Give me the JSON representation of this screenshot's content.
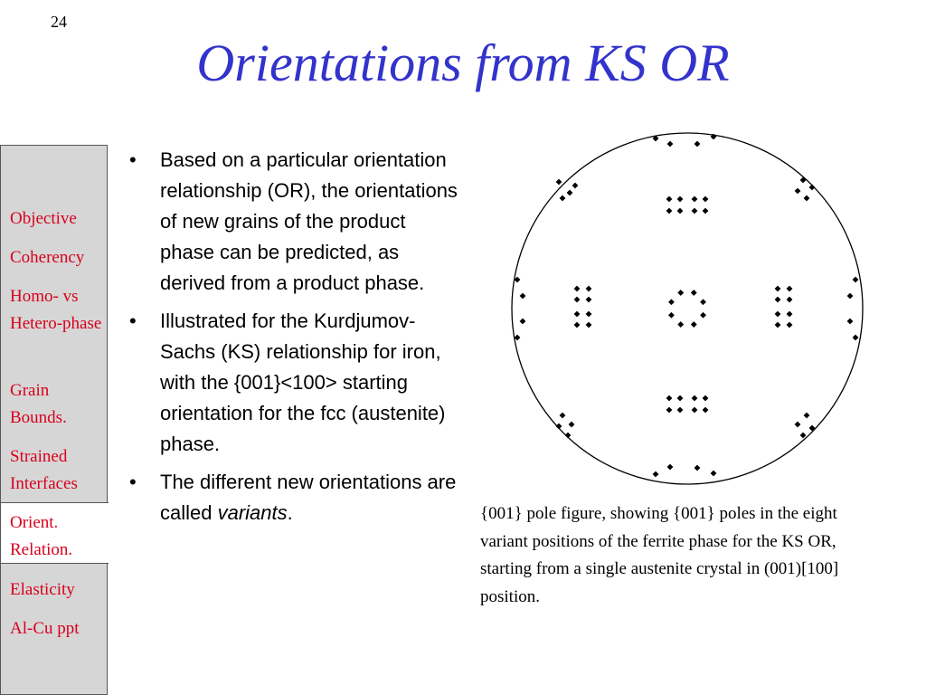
{
  "slide_number": "24",
  "title": "Orientations from KS OR",
  "sidebar": {
    "items": [
      {
        "label": "Objective"
      },
      {
        "label": "Coherency"
      },
      {
        "label": "Homo- vs Hetero-phase"
      },
      {
        "label": "Grain Bounds."
      },
      {
        "label": "Strained Interfaces"
      },
      {
        "label": "Orient. Relation.",
        "active": true
      },
      {
        "label": "Elasticity"
      },
      {
        "label": "Al-Cu ppt"
      }
    ],
    "colors": {
      "background": "#d6d6d6",
      "text": "#d8001c",
      "active_background": "#ffffff"
    }
  },
  "bullets": [
    {
      "text": "Based on a particular orientation relationship (OR), the orientations of new grains of the product phase can be predicted, as derived from a product phase."
    },
    {
      "text": "Illustrated for the Kurdjumov-Sachs (KS) relationship for iron, with the {001}<100> starting orientation for the fcc (austenite) phase."
    },
    {
      "text_before": "The different new orientations are called",
      "italic": "variants",
      "text_after": "."
    }
  ],
  "bullet_glyph": "•",
  "figure": {
    "caption": "{001} pole figure, showing {001} poles in the eight variant positions of the ferrite phase for the KS OR, starting from a single austenite crystal in (001)[100] position.",
    "marker": "diamond",
    "title_color": "#3333cc"
  }
}
